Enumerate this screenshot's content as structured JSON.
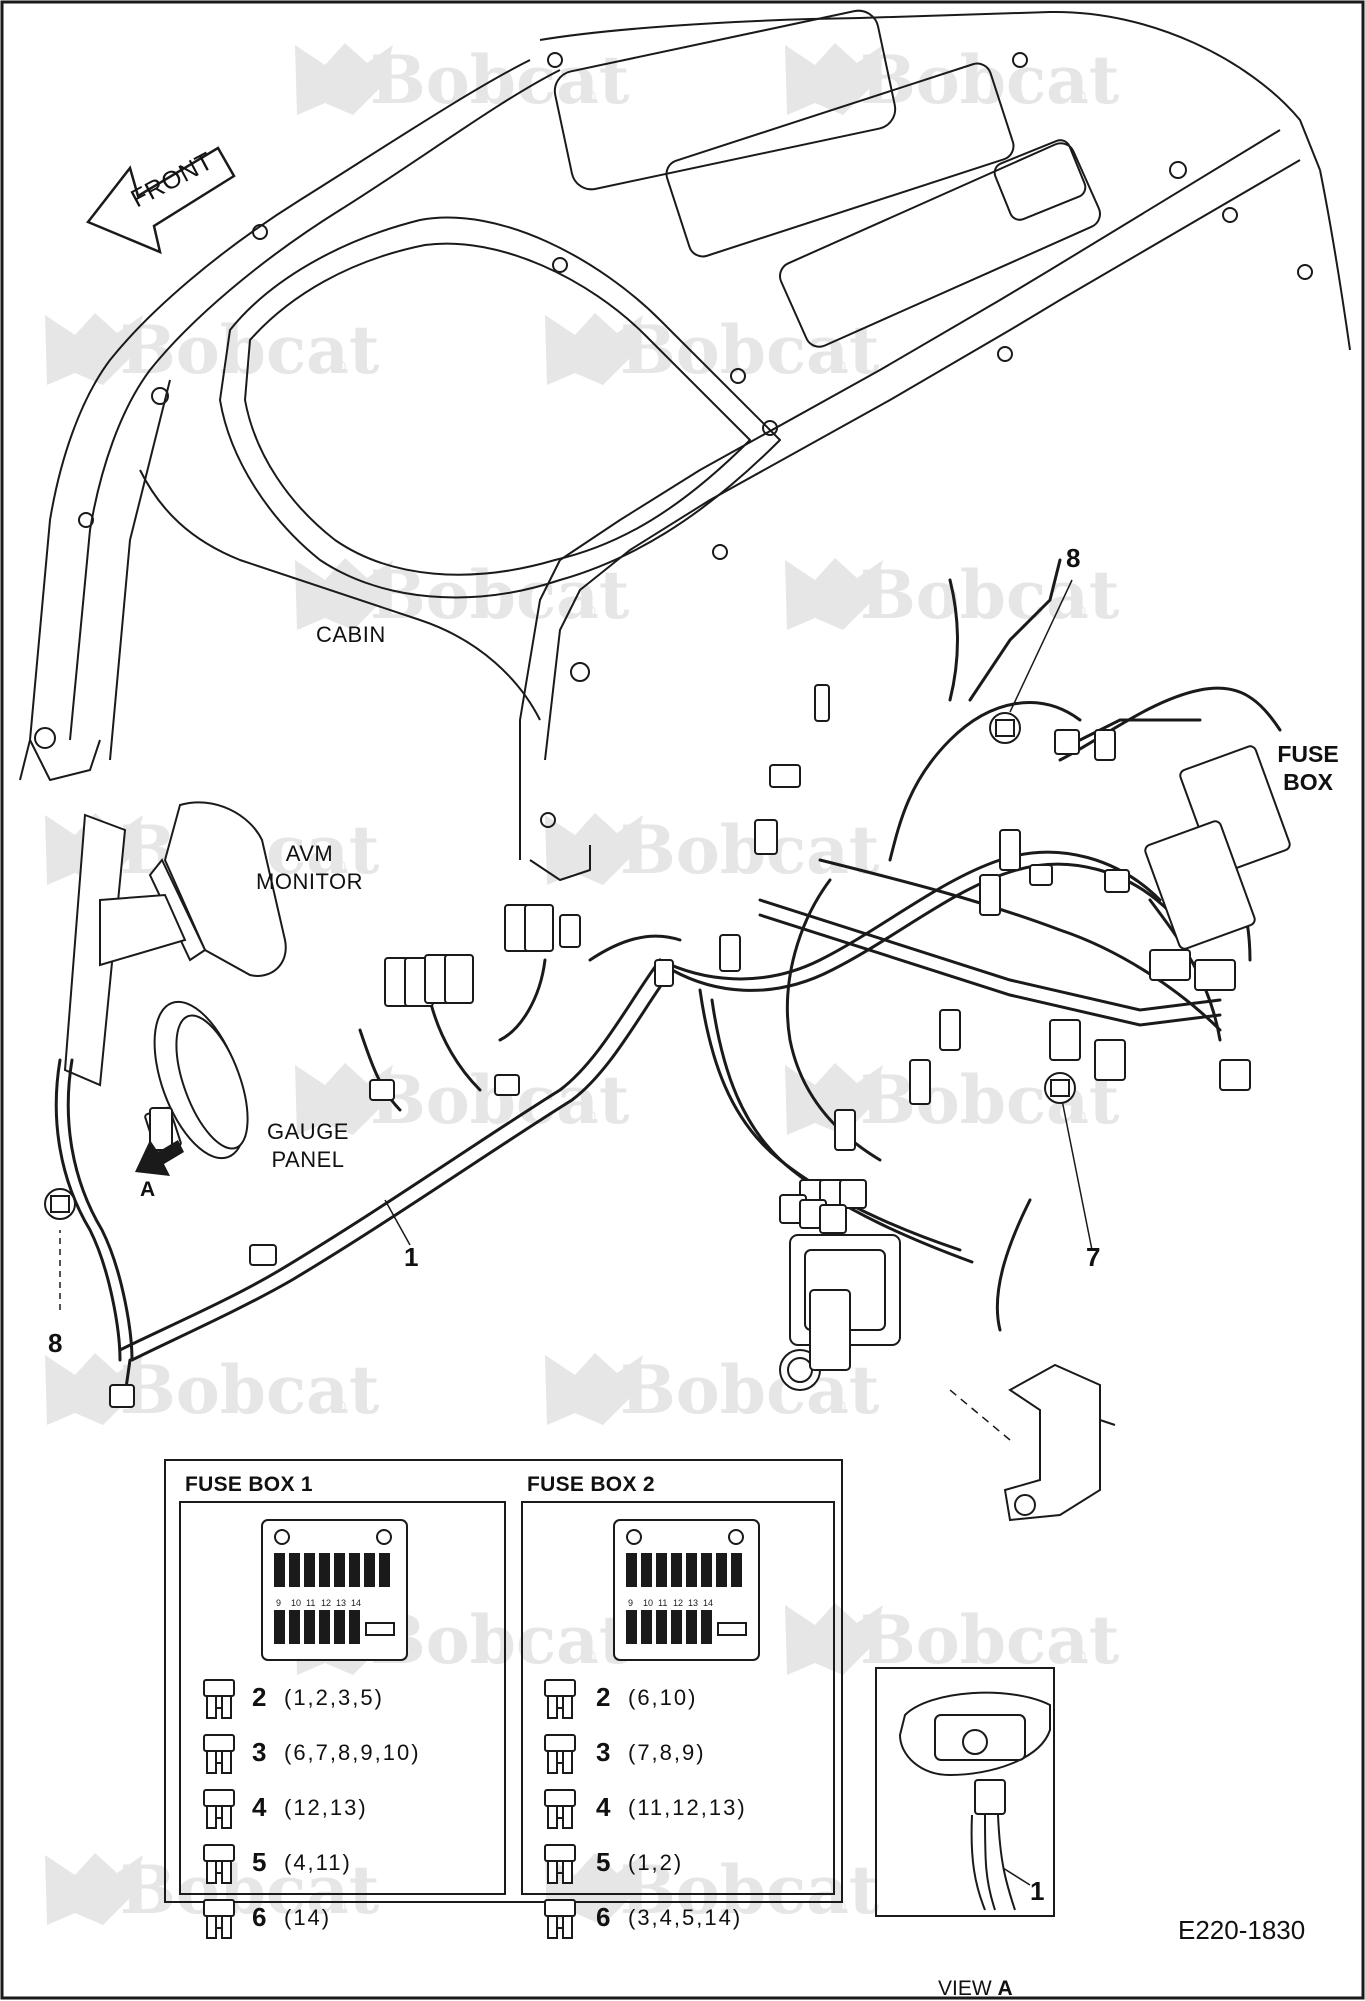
{
  "labels": {
    "front": "FRONT",
    "cabin": "CABIN",
    "avm_monitor_line1": "AVM",
    "avm_monitor_line2": "MONITOR",
    "gauge_panel_line1": "GAUGE",
    "gauge_panel_line2": "PANEL",
    "fuse_box_line1": "FUSE",
    "fuse_box_line2": "BOX",
    "arrow_a": "A"
  },
  "callouts": {
    "harness": "1",
    "item7": "7",
    "item8_top": "8",
    "item8_left": "8",
    "view_a_harness": "1"
  },
  "watermark": {
    "text": "Bobcat",
    "mark": "®"
  },
  "fuse_box_1": {
    "title": "FUSE BOX 1",
    "slot_numbers_bottom": [
      "9",
      "10",
      "11",
      "12",
      "13",
      "14"
    ],
    "fuses": [
      {
        "rating": "2",
        "slots": "(1,2,3,5)"
      },
      {
        "rating": "3",
        "slots": "(6,7,8,9,10)"
      },
      {
        "rating": "4",
        "slots": "(12,13)"
      },
      {
        "rating": "5",
        "slots": "(4,11)"
      },
      {
        "rating": "6",
        "slots": "(14)"
      }
    ]
  },
  "fuse_box_2": {
    "title": "FUSE BOX 2",
    "slot_numbers_bottom": [
      "9",
      "10",
      "11",
      "12",
      "13",
      "14"
    ],
    "fuses": [
      {
        "rating": "2",
        "slots": "(6,10)"
      },
      {
        "rating": "3",
        "slots": "(7,8,9)"
      },
      {
        "rating": "4",
        "slots": "(11,12,13)"
      },
      {
        "rating": "5",
        "slots": "(1,2)"
      },
      {
        "rating": "6",
        "slots": "(3,4,5,14)"
      }
    ]
  },
  "view_a": {
    "prefix": "VIEW",
    "letter": "A"
  },
  "drawing_code": "E220-1830",
  "colors": {
    "line": "#1a1a1a",
    "watermark": "#e6e6e6",
    "background": "#ffffff"
  }
}
